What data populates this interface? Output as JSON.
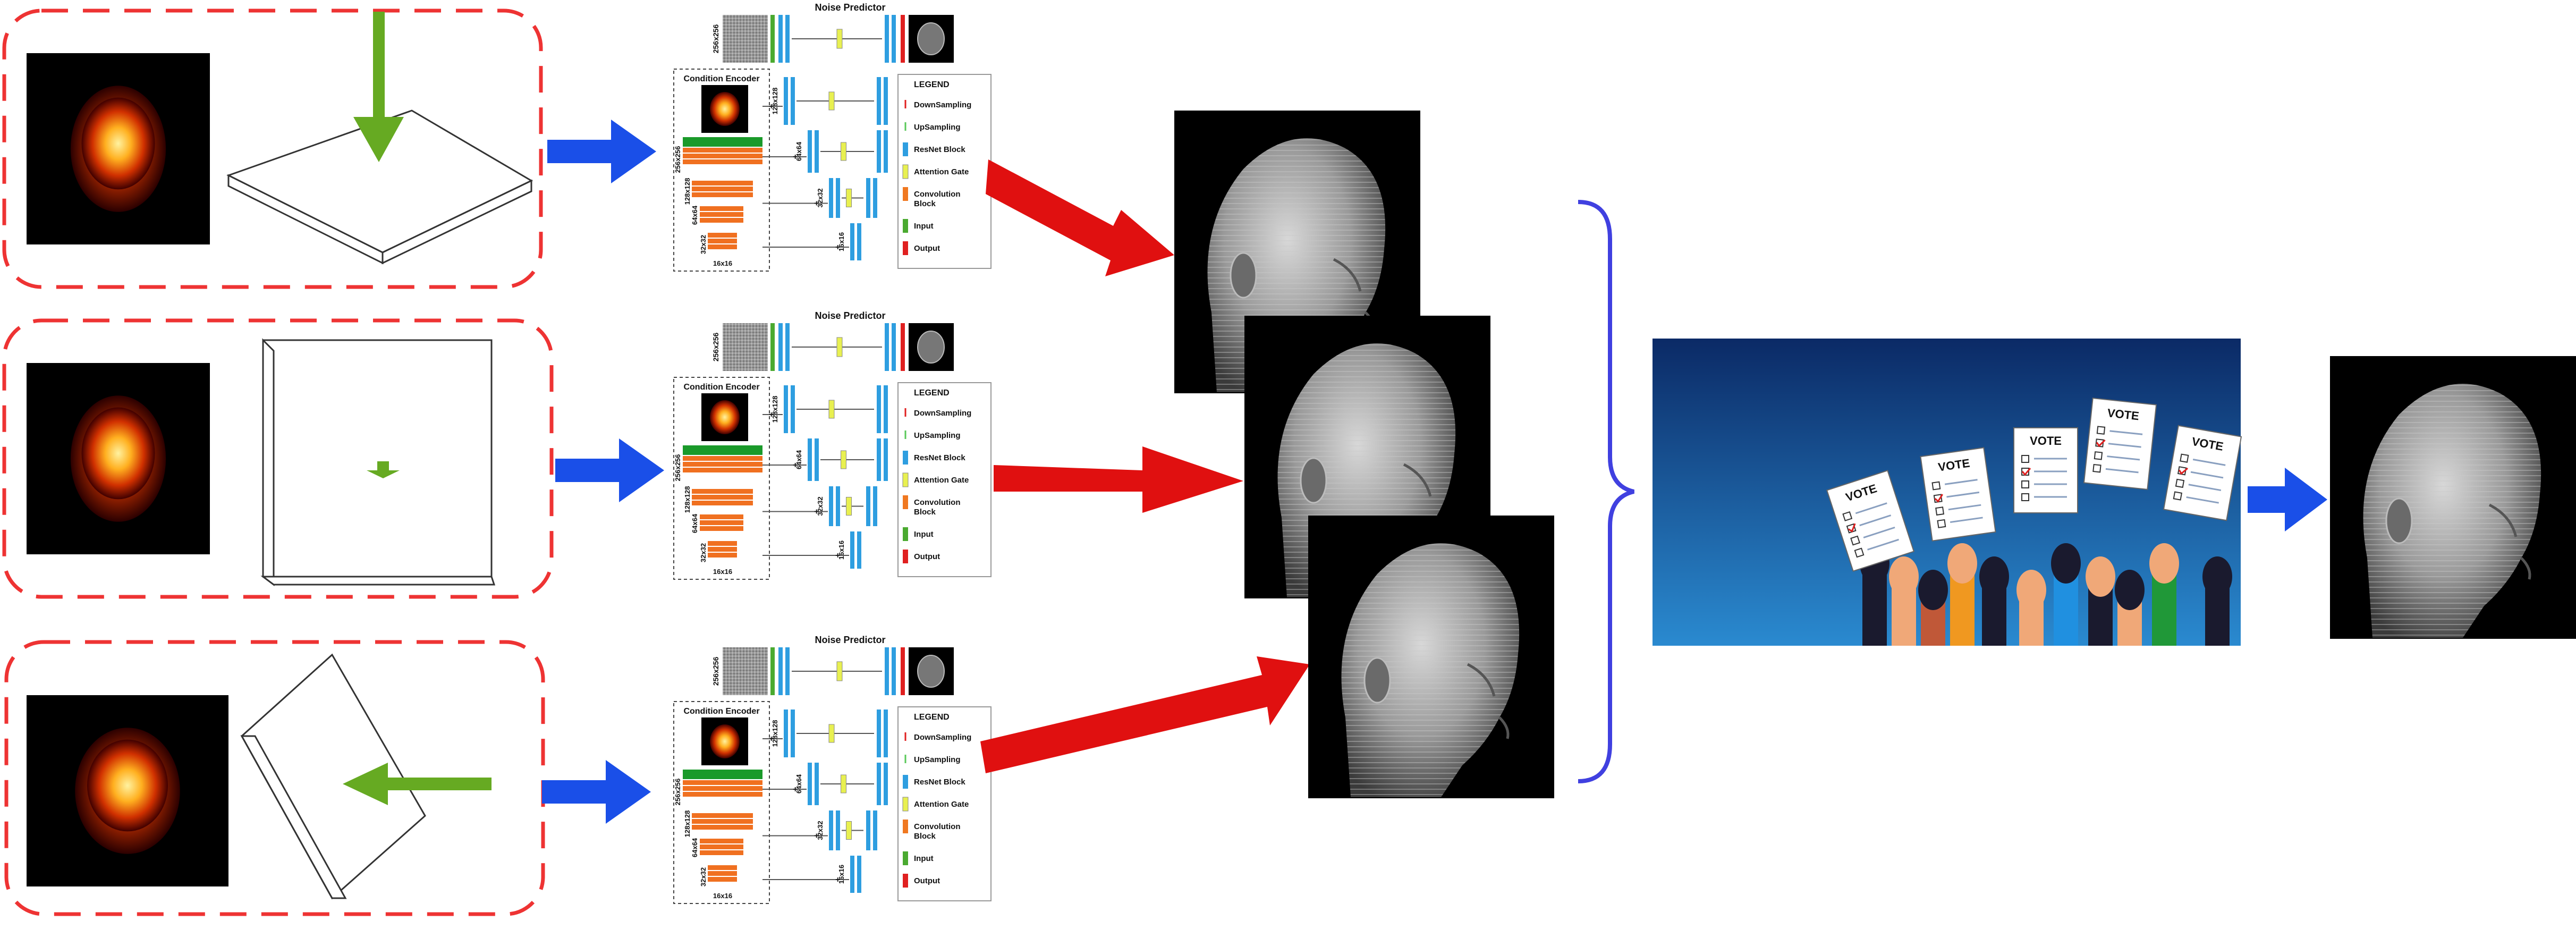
{
  "pipeline": {
    "noise_predictor_title": "Noise Predictor",
    "condition_encoder_title": "Condition Encoder",
    "legend": {
      "title": "LEGEND",
      "items": [
        {
          "label": "DownSampling",
          "color": "#e02020",
          "icon": "down-arrow-icon"
        },
        {
          "label": "UpSampling",
          "color": "#5ac85a",
          "icon": "up-arrow-icon"
        },
        {
          "label": "ResNet Block",
          "color": "#2e9ee0",
          "icon": "resnet-block-icon"
        },
        {
          "label": "Attention Gate",
          "color": "#e8f050",
          "icon": "attention-gate-icon"
        },
        {
          "label": "Convolution",
          "label2": "Block",
          "color": "#f07820",
          "icon": "convolution-block-icon"
        },
        {
          "label": "Input",
          "color": "#4aaa30",
          "icon": "input-block-icon"
        },
        {
          "label": "Output",
          "color": "#e02020",
          "icon": "output-block-icon"
        }
      ]
    },
    "resolutions": {
      "r256": "256x256",
      "r128": "128x128",
      "r64": "64x64",
      "r32": "32x32",
      "r16": "16x16"
    },
    "views": [
      "axial",
      "coronal",
      "sagittal"
    ],
    "colors": {
      "dash_border": "#ee3333",
      "flow_arrow": "#1a4fe8",
      "result_arrow": "#e01010",
      "plane_arrow": "#66aa22",
      "brace": "#4040e0",
      "encoder_green": "#1a9a2a",
      "encoder_orange": "#f07020"
    }
  },
  "vote_panel": {
    "cards": [
      "VOTE",
      "VOTE",
      "VOTE",
      "VOTE",
      "VOTE"
    ]
  }
}
